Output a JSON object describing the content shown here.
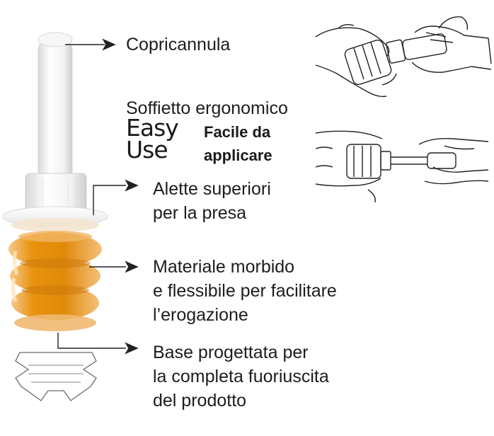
{
  "labels": {
    "copricannula": "Copricannula",
    "soffietto": "Soffietto ergonomico",
    "logo_line1": "Easy",
    "logo_line2": "Use",
    "facile_line1": "Facile da",
    "facile_line2": "applicare",
    "alette_line1": "Alette superiori",
    "alette_line2": "per la presa",
    "materiale_line1": "Materiale morbido",
    "materiale_line2": "e flessibile per facilitare",
    "materiale_line3": "l’erogazione",
    "base_line1": "Base progettata per",
    "base_line2": "la completa fuoriuscita",
    "base_line3": "del prodotto"
  },
  "colors": {
    "bellows_orange": "#e8900f",
    "bellows_light": "#f7c77a",
    "cap_white": "#fafafa",
    "text": "#1d1d1b",
    "line_art": "#222222"
  }
}
